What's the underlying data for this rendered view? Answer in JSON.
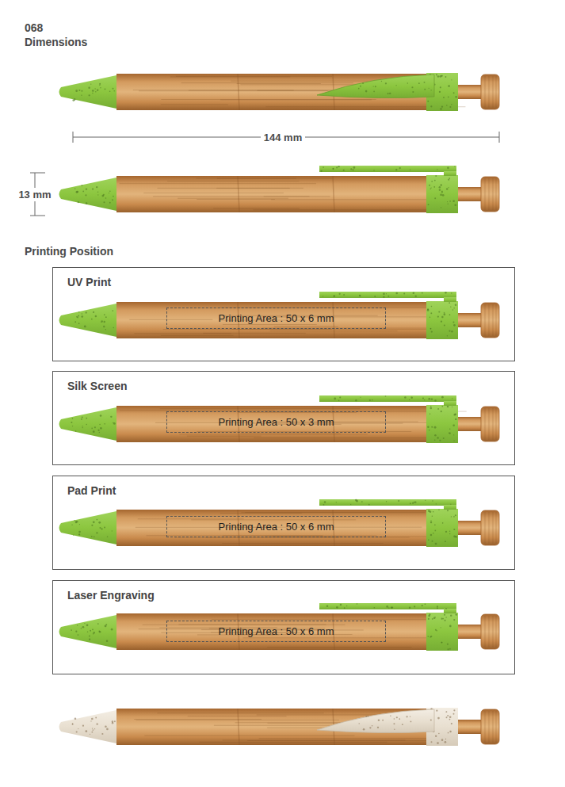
{
  "diagram": {
    "nodes": [
      {
        "text": [
          "UV Print"
        ]
      },
      {
        "text": [
          "Printing Area : 50 x 6 mm"
        ],
        "in": 0
      },
      {
        "text": [
          "Silk Screen"
        ]
      },
      {
        "text": [
          "Printing Area : 50 x 3 mm"
        ],
        "in": 2
      },
      {
        "text": [
          "Pad Print"
        ]
      },
      {
        "text": [
          "Printing Area : 50 x 6 mm"
        ],
        "in": 4
      },
      {
        "text": [
          "Laser Engraving"
        ]
      },
      {
        "text": [
          "Printing Area : 50 x 6 mm"
        ],
        "in": 6
      }
    ],
    "labels": [
      "068",
      "Dimensions",
      "144 mm",
      "13 mm",
      "Printing Position"
    ]
  }
}
